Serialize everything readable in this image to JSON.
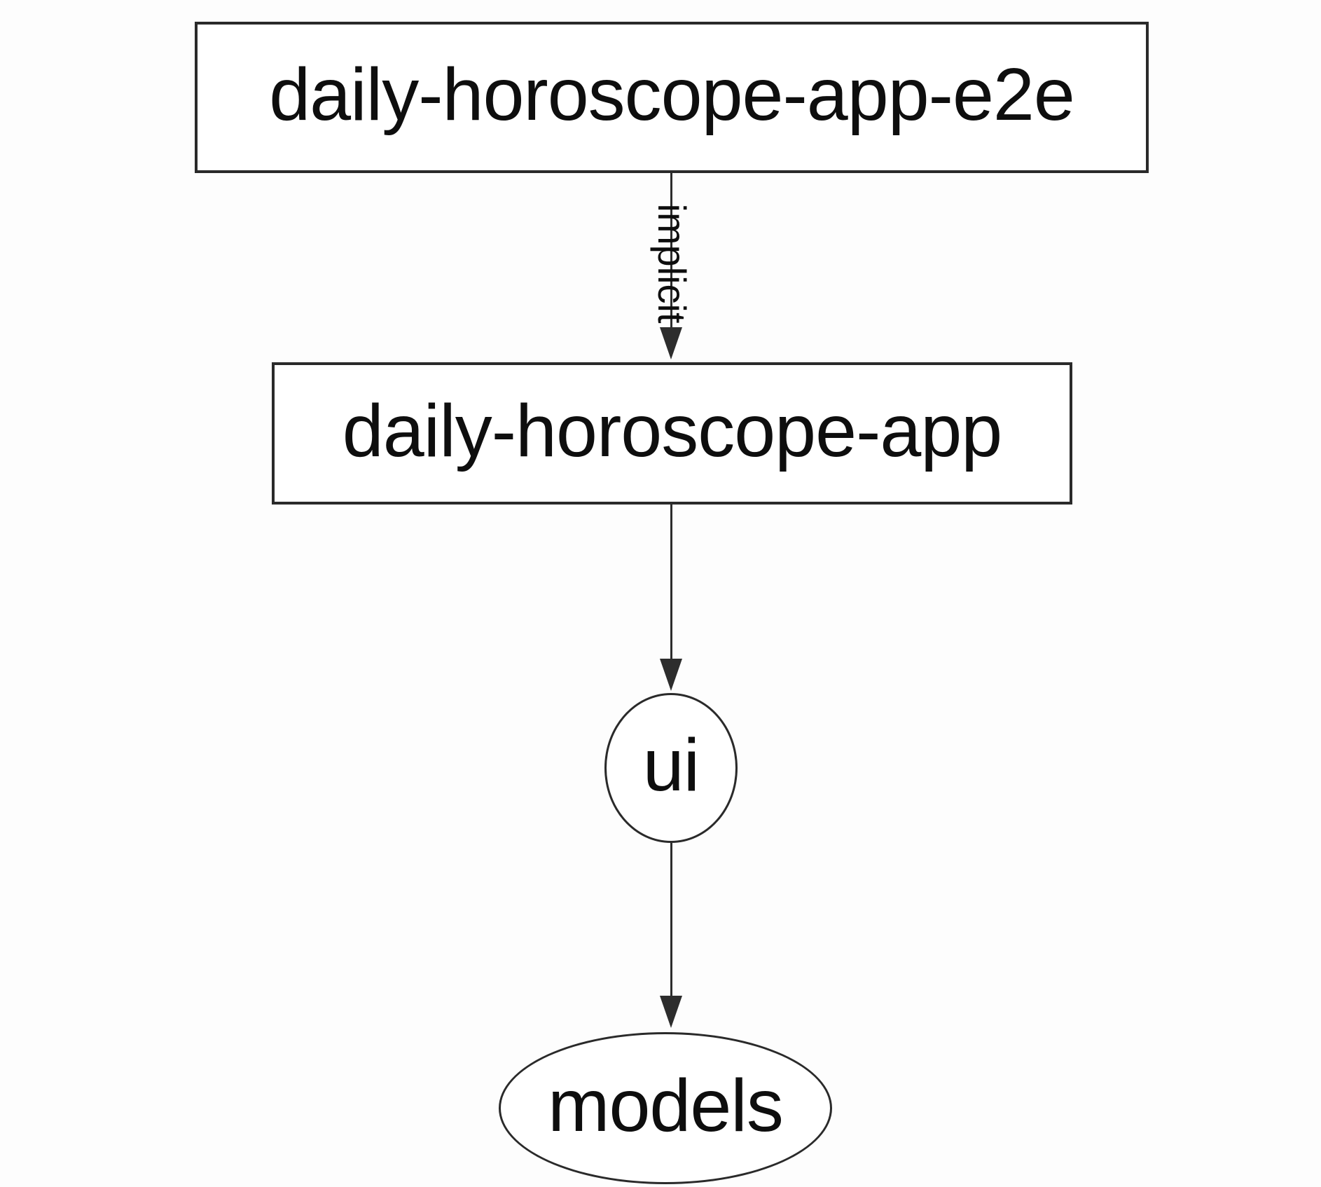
{
  "diagram": {
    "type": "dependency-graph",
    "nodes": [
      {
        "id": "daily-horoscope-app-e2e",
        "label": "daily-horoscope-app-e2e",
        "shape": "rectangle"
      },
      {
        "id": "daily-horoscope-app",
        "label": "daily-horoscope-app",
        "shape": "rectangle"
      },
      {
        "id": "ui",
        "label": "ui",
        "shape": "circle"
      },
      {
        "id": "models",
        "label": "models",
        "shape": "ellipse"
      }
    ],
    "edges": [
      {
        "from": "daily-horoscope-app-e2e",
        "to": "daily-horoscope-app",
        "label": "implicit",
        "label_rotation_deg": 90
      },
      {
        "from": "daily-horoscope-app",
        "to": "ui",
        "label": ""
      },
      {
        "from": "ui",
        "to": "models",
        "label": ""
      }
    ],
    "colors": {
      "background": "#fdfdfd",
      "node_fill": "#ffffff",
      "stroke": "#2a2a2a",
      "text": "#0e0e0e"
    }
  }
}
